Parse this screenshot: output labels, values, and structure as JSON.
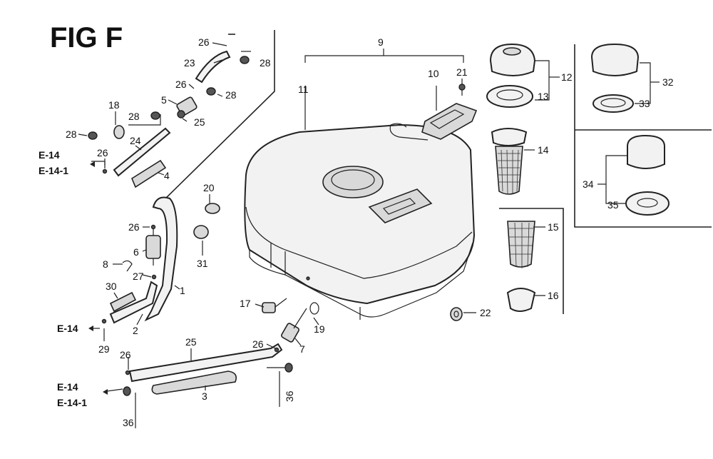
{
  "figure_title": "FIG F",
  "part_numbers": {
    "p1": "1",
    "p2": "2",
    "p3": "3",
    "p4": "4",
    "p5": "5",
    "p6": "6",
    "p7": "7",
    "p8": "8",
    "p9": "9",
    "p10": "10",
    "p11": "11",
    "p12": "12",
    "p13": "13",
    "p14": "14",
    "p15": "15",
    "p16": "16",
    "p17": "17",
    "p18": "18",
    "p19": "19",
    "p20": "20",
    "p21": "21",
    "p22": "22",
    "p23": "23",
    "p24": "24",
    "p25": "25",
    "p26": "26",
    "p27": "27",
    "p28": "28",
    "p29": "29",
    "p30": "30",
    "p31": "31",
    "p32": "32",
    "p33": "33",
    "p34": "34",
    "p35": "35",
    "p36": "36"
  },
  "references": {
    "e14": "E-14",
    "e14_1": "E-14-1"
  }
}
